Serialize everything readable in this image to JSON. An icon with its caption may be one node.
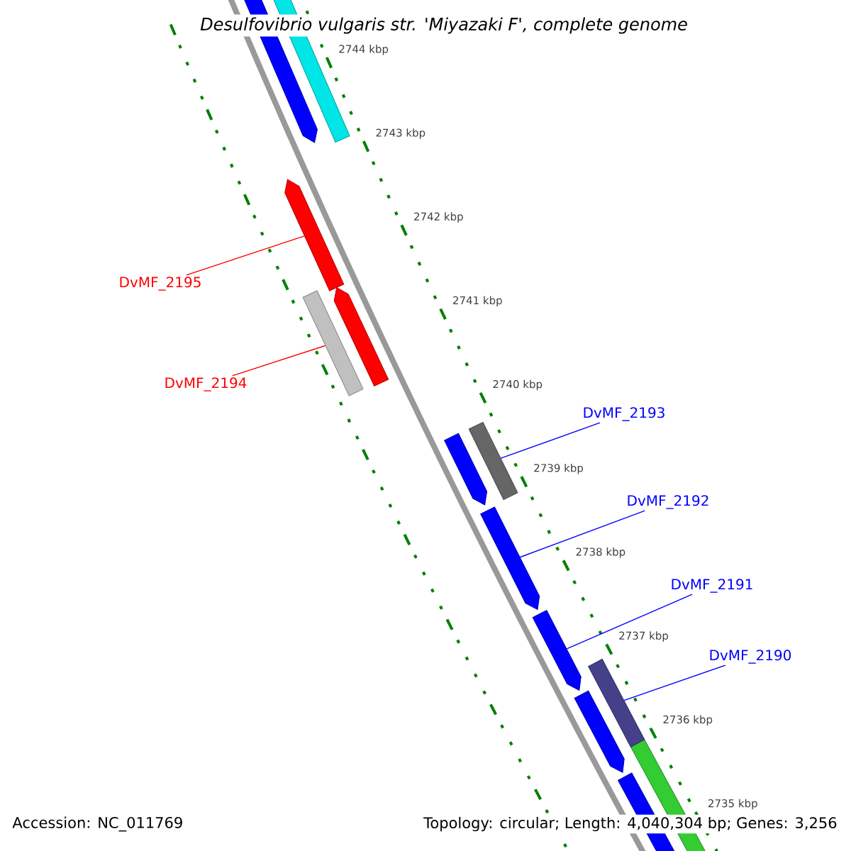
{
  "diagram": {
    "title": "Desulfovibrio vulgaris str. 'Miyazaki F', complete genome",
    "nodes": [
      {
        "text": [
          "DvMF_2195"
        ]
      },
      {
        "text": [],
        "shape": "bar"
      },
      {
        "text": [
          "DvMF_2194"
        ]
      },
      {
        "text": [],
        "shape": "bar"
      },
      {
        "text": [
          "DvMF_2193"
        ]
      },
      {
        "text": [],
        "shape": "bar"
      },
      {
        "text": [
          "DvMF_2192"
        ]
      },
      {
        "text": [],
        "shape": "bar"
      },
      {
        "text": [
          "DvMF_2191"
        ]
      },
      {
        "text": [],
        "shape": "bar"
      },
      {
        "text": [
          "DvMF_2190"
        ]
      },
      {
        "text": [],
        "shape": "bar"
      }
    ],
    "edges": [
      {
        "from": 0,
        "to": 1,
        "arrow": "none",
        "color": "#ff0000"
      },
      {
        "from": 2,
        "to": 3,
        "arrow": "none",
        "color": "#ff0000"
      },
      {
        "from": 4,
        "to": 5,
        "arrow": "none"
      },
      {
        "from": 6,
        "to": 7,
        "arrow": "none"
      },
      {
        "from": 8,
        "to": 9,
        "arrow": "none"
      },
      {
        "from": 10,
        "to": 11,
        "arrow": "none"
      }
    ],
    "labels": [
      "2744 kbp",
      "2743 kbp",
      "2742 kbp",
      "2741 kbp",
      "2740 kbp",
      "2739 kbp",
      "2738 kbp",
      "2737 kbp",
      "2736 kbp",
      "2735 kbp",
      "Accession: NC_011769",
      "Topology: circular; Length: 4,040,304 bp; Genes: 3,256"
    ]
  }
}
